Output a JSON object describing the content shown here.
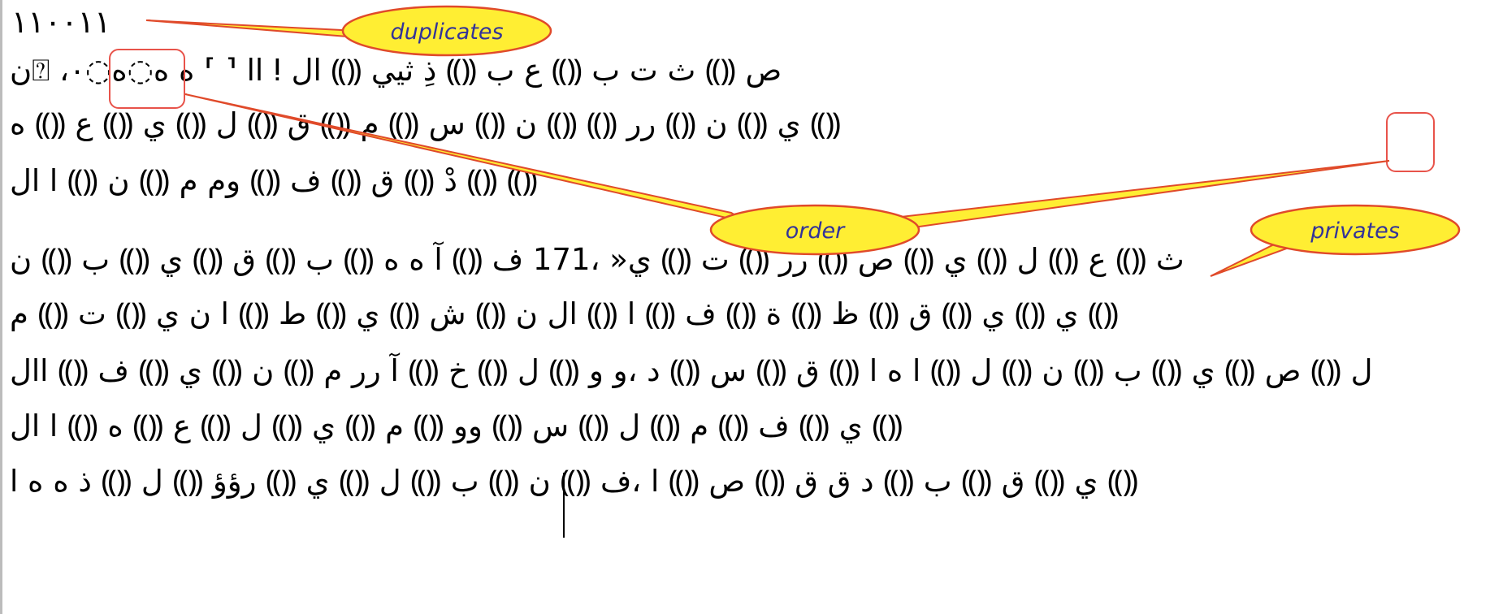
{
  "page_number": "١١٠٠١١",
  "lines": [
    "ن⍰ ،اا ⸢ ⸣ ه ه◌ه◌٠ ⵑ ص ⸨⸩ ث ت ب ⸨⸩ ع ب ⸨⸩ ذِ ثيي ⸨⸩ ال",
    "ي ⸨⸩ ن ⸨⸩ رر ⸨⸩ ⸨⸩ ن ⸨⸩ س ⸨⸩ م ⸨⸩ ق ⸨⸩ ل ⸨⸩ ي ⸨⸩ ع ⸨⸩ ه ⸨⸩",
    "دْ ⸨⸩ ق ⸨⸩ ف ⸨⸩ وم م ⸨⸩ ن ⸨⸩ ا ال ⸨⸩ ⸨⸩",
    "ث ⸨⸩ ع ⸨⸩ ل ⸨⸩ ي ⸨⸩ ص ⸨⸩ رر ⸨⸩ ت ⸨⸩ ي« ،171 ف ⸨⸩ آ ه ه ⸨⸩ ب ⸨⸩ ق ⸨⸩ ي ⸨⸩ ب ⸨⸩ ن",
    "ي ⸨⸩ ي ⸨⸩ ق ⸨⸩ ظ ⸨⸩ ة ⸨⸩ ف ⸨⸩ ا ⸨⸩ ال ن ⸨⸩ ش ⸨⸩ ي ⸨⸩ ط ⸨⸩ ا ن ي ⸨⸩ ت ⸨⸩ م ⸨⸩",
    "ل ⸨⸩ ص ⸨⸩ ي ⸨⸩ ب ⸨⸩ ن ⸨⸩ ل ⸨⸩ ا ه ا ⸨⸩ ق ⸨⸩ س ⸨⸩ د ،و و ⸨⸩ ل ⸨⸩ خ ⸨⸩ آ رر م ⸨⸩ ن ⸨⸩ ي ⸨⸩ ف ⸨⸩ اال",
    "ي ⸨⸩ ف ⸨⸩ م ⸨⸩ ل ⸨⸩ س ⸨⸩ وو ⸨⸩ م ⸨⸩ ي ⸨⸩ ل ⸨⸩ ع ⸨⸩ ه ⸨⸩ ا ال ⸨⸩",
    "ي ⸨⸩ ق ⸨⸩ ب ⸨⸩ د ق ق ⸨⸩ ص ⸨⸩ ا ،ف ⸨⸩ ن ⸨⸩ ب ⸨⸩ ل ⸨⸩ ي ⸨⸩ رؤؤ ⸨⸩ ل ⸨⸩ ذ ه ه ا ⸨⸩"
  ],
  "callouts": {
    "duplicates": "duplicates",
    "order": "order",
    "privates": "privates"
  },
  "colors": {
    "callout_fill": "#ffee33",
    "callout_stroke": "#e04a2a",
    "box_stroke": "#e8534a",
    "label_color": "#333399"
  }
}
